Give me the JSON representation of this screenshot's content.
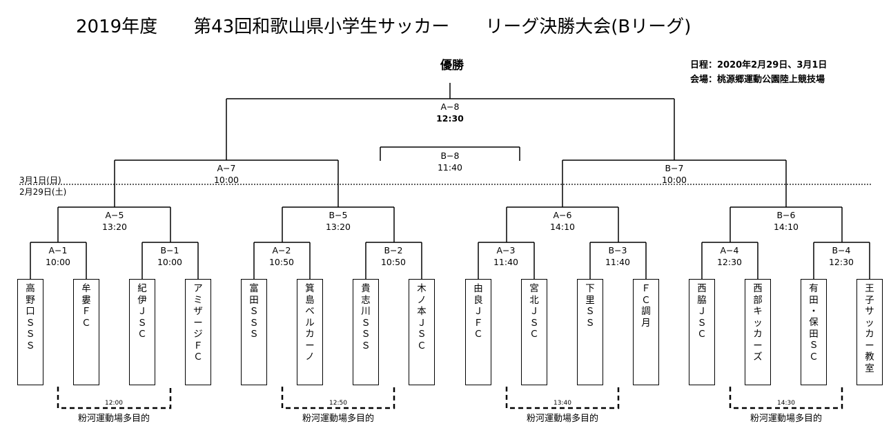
{
  "title": "2019年度　　第43回和歌山県小学生サッカー　　リーグ決勝大会(Bリーグ)",
  "champion": "優勝",
  "info": {
    "schedule": "日程：2020年2月29日、3月1日",
    "venue": "会場：桃源郷運動公園陸上競技場"
  },
  "day_labels": {
    "day2": "3月1日(日)",
    "day1": "2月29日(土)"
  },
  "matches": {
    "a8": {
      "name": "A−8",
      "time": "12:30"
    },
    "b8": {
      "name": "B−8",
      "time": "11:40"
    },
    "a7": {
      "name": "A−7",
      "time": "10:00"
    },
    "b7": {
      "name": "B−7",
      "time": "10:00"
    },
    "a5": {
      "name": "A−5",
      "time": "13:20"
    },
    "b5": {
      "name": "B−5",
      "time": "13:20"
    },
    "a6": {
      "name": "A−6",
      "time": "14:10"
    },
    "b6": {
      "name": "B−6",
      "time": "14:10"
    },
    "a1": {
      "name": "A−1",
      "time": "10:00"
    },
    "b1": {
      "name": "B−1",
      "time": "10:00"
    },
    "a2": {
      "name": "A−2",
      "time": "10:50"
    },
    "b2": {
      "name": "B−2",
      "time": "10:50"
    },
    "a3": {
      "name": "A−3",
      "time": "11:40"
    },
    "b3": {
      "name": "B−3",
      "time": "11:40"
    },
    "a4": {
      "name": "A−4",
      "time": "12:30"
    },
    "b4": {
      "name": "B−4",
      "time": "12:30"
    }
  },
  "teams": [
    "高野口ＳＳＳ",
    "牟婁ＦＣ",
    "紀伊ＪＳＣ",
    "アミザージＦＣ",
    "富田ＳＳＳ",
    "箕島ベルカーノ",
    "貴志川ＳＳＳ",
    "木ノ本ＪＳＣ",
    "由良ＪＦＣ",
    "宮北ＪＳＣ",
    "下里ＳＳ",
    "ＦＣ調月",
    "西脇ＪＳＣ",
    "西部キッカーズ",
    "有田・保田ＳＣ",
    "王子サッカー教室"
  ],
  "venue_matches": [
    {
      "time": "12:00",
      "label": "粉河運動場多目的"
    },
    {
      "time": "12:50",
      "label": "粉河運動場多目的"
    },
    {
      "time": "13:40",
      "label": "粉河運動場多目的"
    },
    {
      "time": "14:30",
      "label": "粉河運動場多目的"
    }
  ]
}
